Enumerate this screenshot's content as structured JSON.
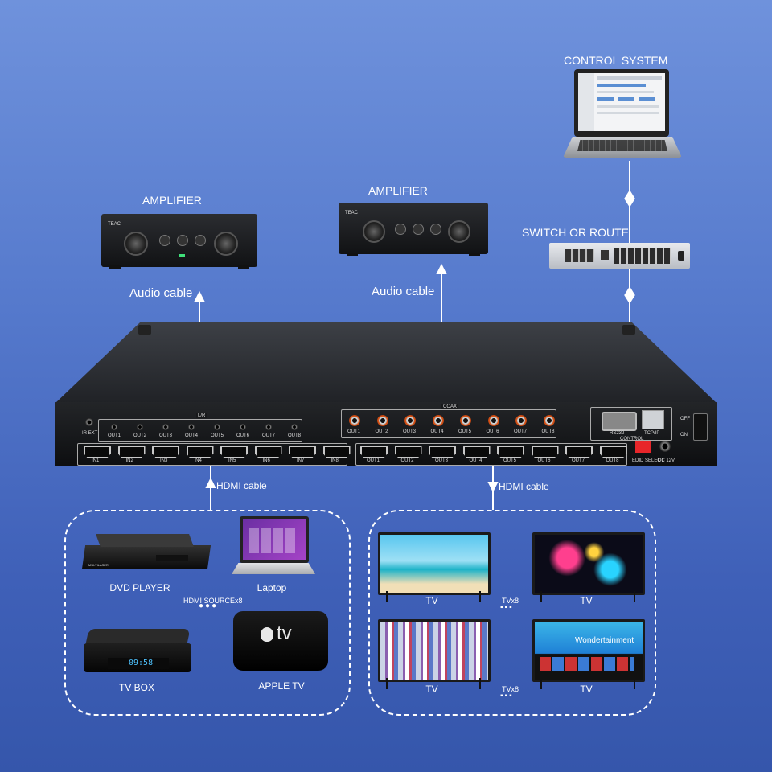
{
  "labels": {
    "control_system": "CONTROL SYSTEM",
    "switch_or_route": "SWITCH OR ROUTE",
    "amplifier_left": "AMPLIFIER",
    "amplifier_right": "AMPLIFIER",
    "audio_cable_left": "Audio cable",
    "audio_cable_right": "Audio cable",
    "hdmi_cable_in": "HDMI cable",
    "hdmi_cable_out": "HDMI cable"
  },
  "matrix": {
    "lr_label": "L/R",
    "coax_label": "COAX",
    "ir_ext": "IR EXT",
    "audio_outs": [
      "OUT1",
      "OUT2",
      "OUT3",
      "OUT4",
      "OUT5",
      "OUT6",
      "OUT7",
      "OUT8"
    ],
    "coax_outs": [
      "OUT1",
      "OUT2",
      "OUT3",
      "OUT4",
      "OUT5",
      "OUT6",
      "OUT7",
      "OUT8"
    ],
    "hdmi_ins": [
      "IN1",
      "IN2",
      "IN3",
      "IN4",
      "IN5",
      "IN6",
      "IN7",
      "IN8"
    ],
    "hdmi_outs": [
      "OUT1",
      "OUT2",
      "OUT3",
      "OUT4",
      "OUT5",
      "OUT6",
      "OUT7",
      "OUT8"
    ],
    "rs232": "RS232",
    "tcpip": "TCP/IP",
    "control": "CONTROL",
    "edid": "EDID SELECT",
    "dc": "DC 12V",
    "off": "OFF",
    "on": "ON"
  },
  "amp": {
    "brand": "TEAC"
  },
  "sources": {
    "dvd": "DVD PLAYER",
    "laptop": "Laptop",
    "tvbox": "TV BOX",
    "appletv": "APPLE TV",
    "count_label": "HDMI SOURCEx8",
    "tvbox_clock": "09:58",
    "dvd_brand": "MULTILASER",
    "appletv_logo": "tv"
  },
  "displays": {
    "tv_label": "TV",
    "count_label": "TVx8",
    "wonder_text": "Wondertainment"
  },
  "colors": {
    "bg_top": "#6f92dc",
    "bg_bottom": "#3556ab",
    "rca_orange": "#e35b1c",
    "edid_red": "#e8262a"
  }
}
